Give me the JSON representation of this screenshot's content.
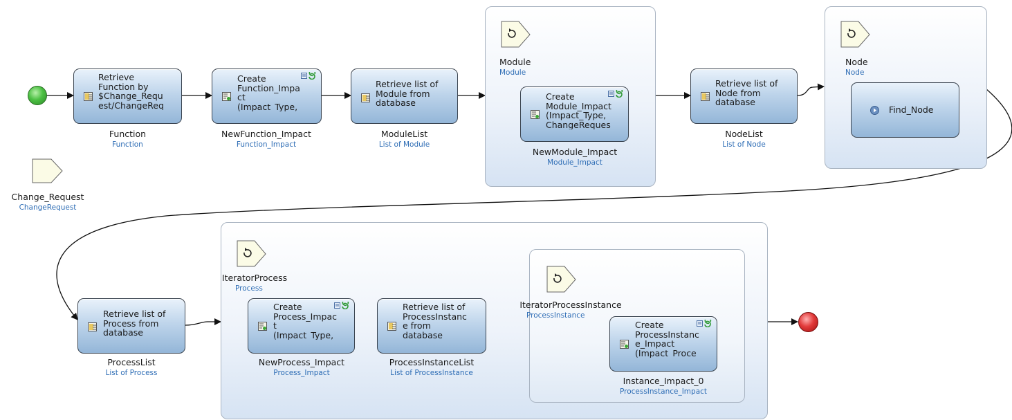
{
  "start_event": {
    "color": "#3aa635"
  },
  "end_event": {
    "color": "#d9212e"
  },
  "parameter": {
    "name": "Change_Request",
    "type": "ChangeRequest"
  },
  "activities": {
    "retrieve_function": {
      "text": "Retrieve\nFunction by\n$Change_Requ\nest/ChangeReq",
      "name": "Function",
      "type": "Function"
    },
    "create_function_impact": {
      "text": "Create\nFunction_Impa\nct\n(Impact_Type,",
      "name": "NewFunction_Impact",
      "type": "Function_Impact"
    },
    "retrieve_modules": {
      "text": "Retrieve list of\nModule from\ndatabase",
      "name": "ModuleList",
      "type": "List of Module"
    },
    "create_module_impact": {
      "text": "Create\nModule_Impact\n(Impact_Type,\nChangeReques",
      "name": "NewModule_Impact",
      "type": "Module_Impact"
    },
    "retrieve_nodes": {
      "text": "Retrieve list of\nNode from\ndatabase",
      "name": "NodeList",
      "type": "List of Node"
    },
    "find_node": {
      "text": "Find_Node"
    },
    "retrieve_processes": {
      "text": "Retrieve list of\nProcess from\ndatabase",
      "name": "ProcessList",
      "type": "List of Process"
    },
    "create_process_impact": {
      "text": "Create\nProcess_Impac\nt\n(Impact_Type,",
      "name": "NewProcess_Impact",
      "type": "Process_Impact"
    },
    "retrieve_process_instances": {
      "text": "Retrieve list of\nProcessInstanc\ne from\ndatabase",
      "name": "ProcessInstanceList",
      "type": "List of ProcessInstance"
    },
    "create_instance_impact": {
      "text": "Create\nProcessInstanc\ne_Impact\n(Impact_Proce",
      "name": "Instance_Impact_0",
      "type": "ProcessInstance_Impact"
    }
  },
  "loops": {
    "module": {
      "name": "Module",
      "type": "Module"
    },
    "node": {
      "name": "Node",
      "type": "Node"
    },
    "process": {
      "name": "IteratorProcess",
      "type": "Process"
    },
    "process_instance": {
      "name": "IteratorProcessInstance",
      "type": "ProcessInstance"
    }
  }
}
